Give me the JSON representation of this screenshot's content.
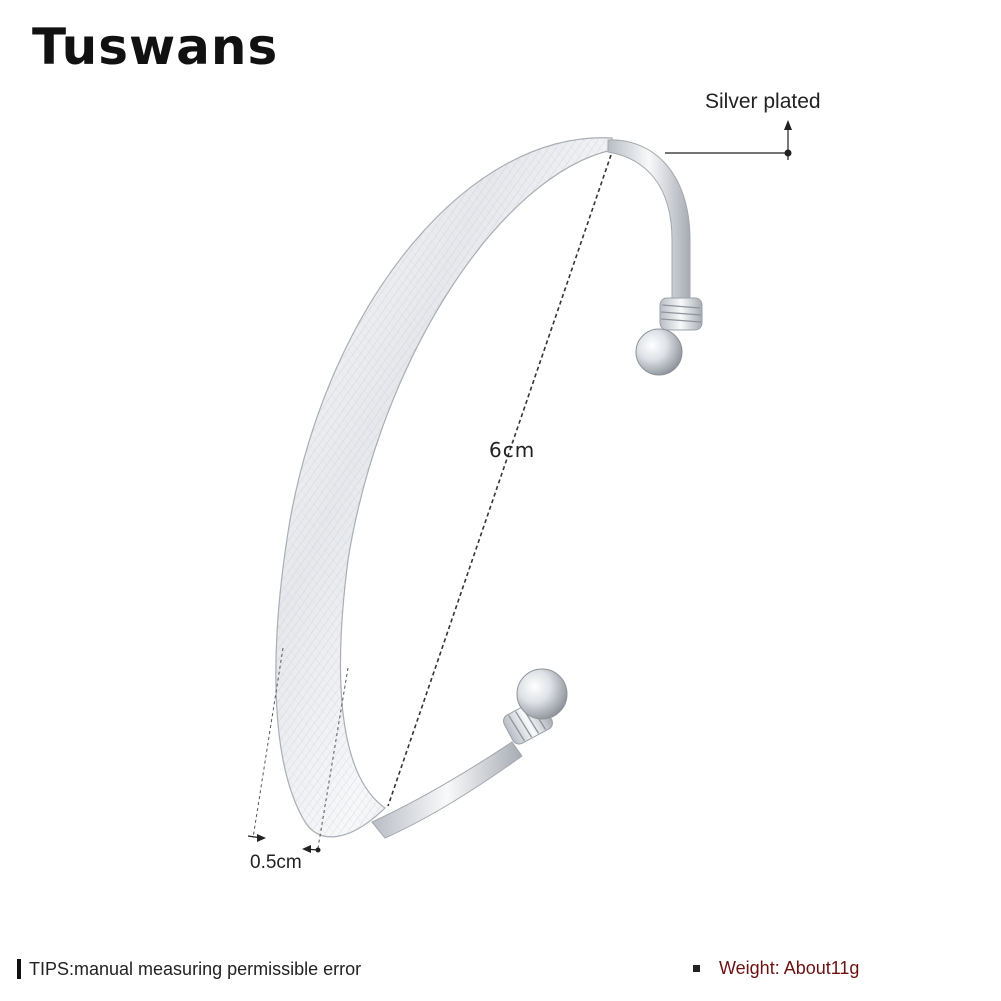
{
  "brand": "Tuswans",
  "labels": {
    "material": "Silver plated",
    "diameter": "6cm",
    "width": "0.5cm"
  },
  "footer": {
    "tips": "TIPS:manual measuring permissible error",
    "weight": "Weight: About11g"
  },
  "colors": {
    "text": "#222222",
    "weight_text": "#6b1111",
    "silver_light": "#f2f3f5",
    "silver_dark": "#9a9ea6"
  }
}
